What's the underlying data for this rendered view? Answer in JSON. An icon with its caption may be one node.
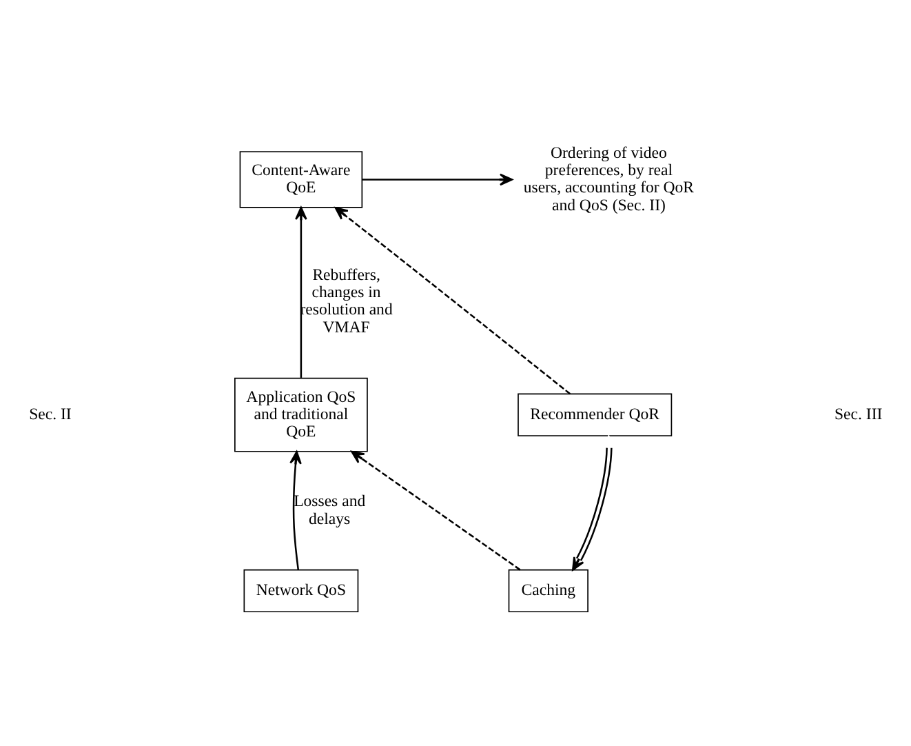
{
  "diagram": {
    "nodes": [
      {
        "text": [
          "Content-Aware QoE"
        ]
      },
      {
        "text": [
          "Ordering of video preferences, by real users, accounting for QoR and QoS (Sec. II)"
        ]
      },
      {
        "text": [
          "Application QoS and traditional QoE"
        ]
      },
      {
        "text": [
          "Recommender QoR"
        ]
      },
      {
        "text": [
          "Network QoS"
        ]
      },
      {
        "text": [
          "Caching"
        ]
      }
    ],
    "edges": [
      {
        "from": 0,
        "to": 1,
        "arrow": "to"
      },
      {
        "from": 2,
        "to": 0,
        "arrow": "to",
        "label": "Rebuffers, changes in resolution and VMAF"
      },
      {
        "from": 3,
        "to": 0,
        "arrow": "to",
        "style": "dashed"
      },
      {
        "from": 4,
        "to": 2,
        "arrow": "to",
        "label": "Losses and delays"
      },
      {
        "from": 5,
        "to": 2,
        "arrow": "to",
        "style": "dashed"
      },
      {
        "from": 3,
        "to": 5,
        "arrow": "both"
      }
    ],
    "labels": [
      "Sec. II",
      "Sec. III"
    ]
  }
}
